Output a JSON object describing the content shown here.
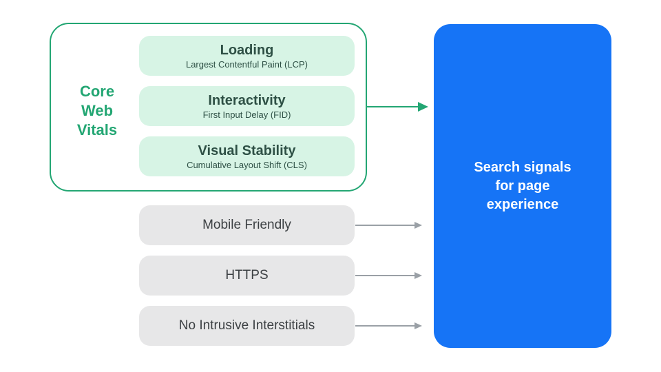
{
  "colors": {
    "accent_green": "#23A673",
    "light_green_fill": "#D7F4E5",
    "green_box_text": "#2E5045",
    "gray_fill": "#E7E7E8",
    "dark_text": "#3C4043",
    "blue_fill": "#1674F6",
    "white_text": "#FFFFFF",
    "arrow_gray": "#9AA0A6"
  },
  "core_web_vitals": {
    "label_lines": [
      "Core",
      "Web",
      "Vitals"
    ],
    "items": [
      {
        "title": "Loading",
        "subtitle": "Largest Contentful Paint (LCP)"
      },
      {
        "title": "Interactivity",
        "subtitle": "First Input Delay (FID)"
      },
      {
        "title": "Visual Stability",
        "subtitle": "Cumulative Layout Shift (CLS)"
      }
    ]
  },
  "other_signals": [
    {
      "label": "Mobile Friendly"
    },
    {
      "label": "HTTPS"
    },
    {
      "label": "No Intrusive Interstitials"
    }
  ],
  "result_box": {
    "lines": [
      "Search signals",
      "for page",
      "experience"
    ]
  }
}
